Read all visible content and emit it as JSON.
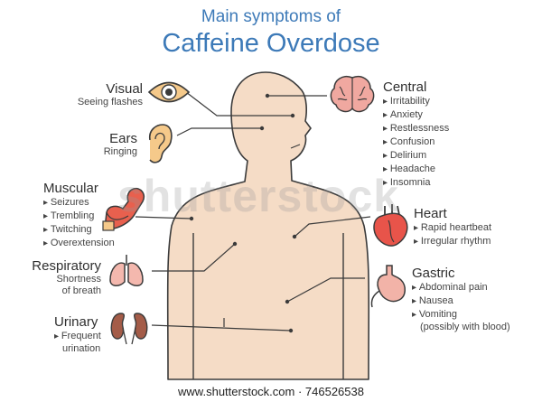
{
  "title": {
    "line1": "Main symptoms of",
    "line2": "Caffeine Overdose"
  },
  "groups": {
    "visual": {
      "title": "Visual",
      "items": [
        "Seeing flashes"
      ]
    },
    "ears": {
      "title": "Ears",
      "items": [
        "Ringing"
      ]
    },
    "muscular": {
      "title": "Muscular",
      "items": [
        "Seizures",
        "Trembling",
        "Twitching",
        "Overextension"
      ]
    },
    "respiratory": {
      "title": "Respiratory",
      "items": [
        "Shortness",
        "of breath"
      ]
    },
    "urinary": {
      "title": "Urinary",
      "items": [
        "Frequent",
        "urination"
      ]
    },
    "central": {
      "title": "Central",
      "items": [
        "Irritability",
        "Anxiety",
        "Restlessness",
        "Confusion",
        "Delirium",
        "Headache",
        "Insomnia"
      ]
    },
    "heart": {
      "title": "Heart",
      "items": [
        "Rapid heartbeat",
        "Irregular rhythm"
      ]
    },
    "gastric": {
      "title": "Gastric",
      "items": [
        "Abdominal pain",
        "Nausea",
        "Vomiting",
        "(possibly with blood)"
      ]
    }
  },
  "watermark": "shutterstock",
  "footer": "www.shutterstock.com · 746526538",
  "colors": {
    "title": "#3d7ab8",
    "skin": "#f5dcc6",
    "outline": "#3b3b3b",
    "brain": "#f0a8a0",
    "heart": "#e8544a",
    "muscle": "#e8604e",
    "lungs": "#f4b8ae",
    "kidney": "#a45c48",
    "stomach": "#f2b3a8",
    "ear": "#f5c98a"
  },
  "icons": [
    "eye-icon",
    "ear-icon",
    "muscle-icon",
    "lungs-icon",
    "kidneys-icon",
    "brain-icon",
    "heart-icon",
    "stomach-icon"
  ]
}
